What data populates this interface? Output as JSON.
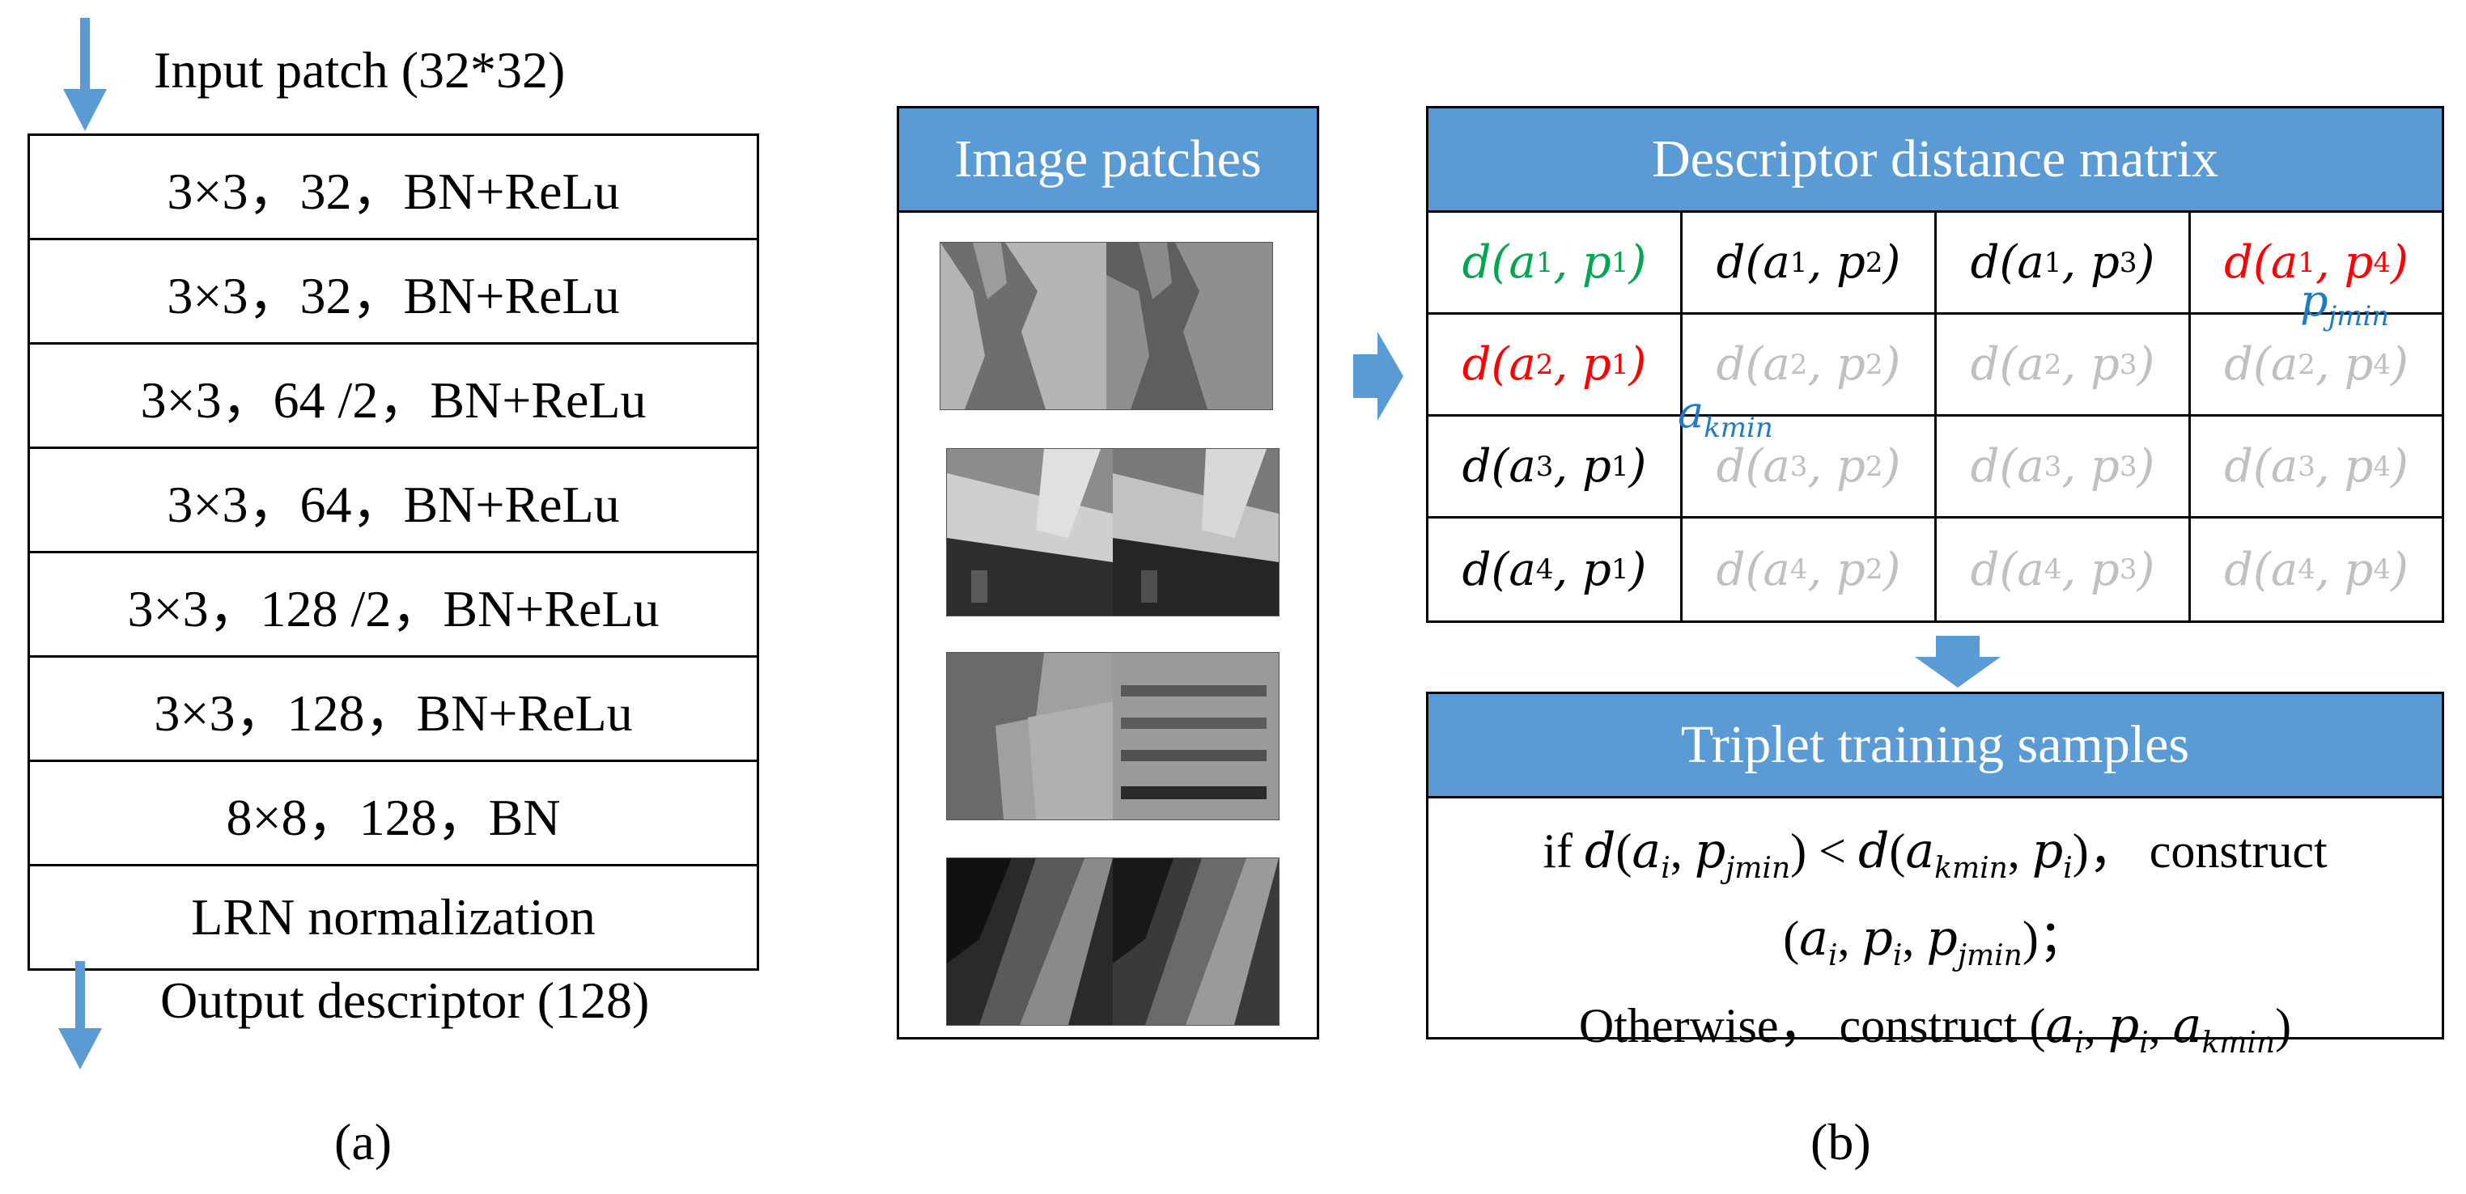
{
  "network": {
    "input_label": "Input patch (32*32)",
    "layers": [
      "3×3，32，BN+ReLu",
      "3×3，32，BN+ReLu",
      "3×3，64 /2，BN+ReLu",
      "3×3，64，BN+ReLu",
      "3×3，128 /2，BN+ReLu",
      "3×3，128，BN+ReLu",
      "8×8，128，BN",
      "LRN normalization"
    ],
    "output_label": "Output descriptor (128)",
    "caption": "(a)"
  },
  "patches_panel": {
    "title": "Image patches",
    "count": 4
  },
  "matrix_panel": {
    "title": "Descriptor distance matrix",
    "cells": [
      [
        {
          "a": "1",
          "p": "1",
          "color": "green"
        },
        {
          "a": "1",
          "p": "2",
          "color": "black"
        },
        {
          "a": "1",
          "p": "3",
          "color": "black"
        },
        {
          "a": "1",
          "p": "4",
          "color": "red"
        }
      ],
      [
        {
          "a": "2",
          "p": "1",
          "color": "red"
        },
        {
          "a": "2",
          "p": "2",
          "color": "gray"
        },
        {
          "a": "2",
          "p": "3",
          "color": "gray"
        },
        {
          "a": "2",
          "p": "4",
          "color": "gray"
        }
      ],
      [
        {
          "a": "3",
          "p": "1",
          "color": "black"
        },
        {
          "a": "3",
          "p": "2",
          "color": "gray"
        },
        {
          "a": "3",
          "p": "3",
          "color": "gray"
        },
        {
          "a": "3",
          "p": "4",
          "color": "gray"
        }
      ],
      [
        {
          "a": "4",
          "p": "1",
          "color": "black"
        },
        {
          "a": "4",
          "p": "2",
          "color": "gray"
        },
        {
          "a": "4",
          "p": "3",
          "color": "gray"
        },
        {
          "a": "4",
          "p": "4",
          "color": "gray"
        }
      ]
    ],
    "p_jmin_label": {
      "base": "p",
      "sub": "jmin"
    },
    "a_kmin_label": {
      "base": "a",
      "sub": "kmin"
    }
  },
  "triplet_panel": {
    "title": "Triplet training samples",
    "line1_prefix": "if ",
    "line1_suffix": "，  construct",
    "line3_prefix": "Otherwise，  construct "
  },
  "caption_b": "(b)",
  "colors": {
    "accent_blue": "#5b9bd5",
    "label_blue": "#1f7ac8",
    "green": "#00a550",
    "red": "#ff0000",
    "gray": "#c0c0c0"
  }
}
